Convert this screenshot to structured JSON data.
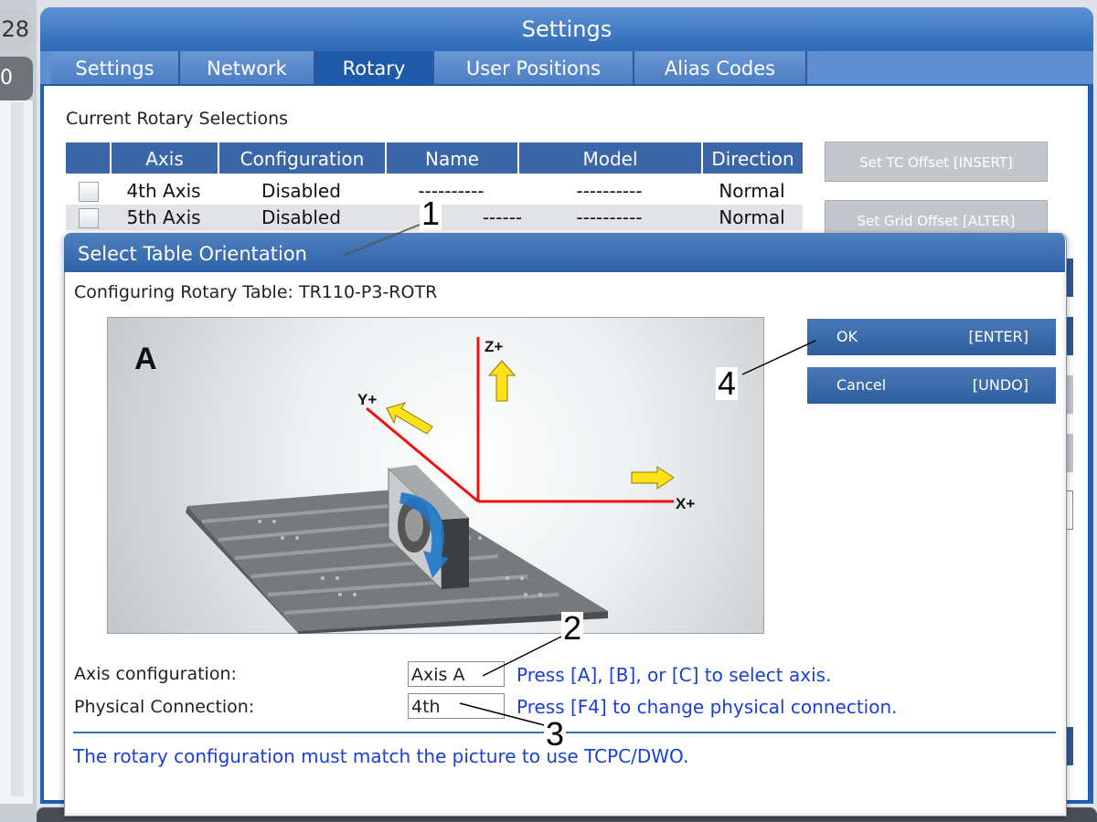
{
  "left_panel": {
    "num_top": "28",
    "num_second": "0"
  },
  "window": {
    "title": "Settings"
  },
  "tabs": [
    {
      "label": "Settings"
    },
    {
      "label": "Network"
    },
    {
      "label": "Rotary"
    },
    {
      "label": "User Positions"
    },
    {
      "label": "Alias Codes"
    }
  ],
  "rotary": {
    "section_title": "Current Rotary Selections",
    "columns": [
      "Axis",
      "Configuration",
      "Name",
      "Model",
      "Direction"
    ],
    "rows": [
      {
        "axis": "4th Axis",
        "configuration": "Disabled",
        "name": "----------",
        "model": "----------",
        "direction": "Normal"
      },
      {
        "axis": "5th Axis",
        "configuration": "Disabled",
        "name": "------",
        "model": "----------",
        "direction": "Normal"
      }
    ]
  },
  "side_buttons": {
    "set_tc_offset": "Set TC Offset [INSERT]",
    "set_grid_offset": "Set Grid Offset [ALTER]"
  },
  "dialog": {
    "title": "Select Table Orientation",
    "config_label": "Configuring Rotary Table: TR110-P3-ROTR",
    "diagram": {
      "letter": "A",
      "z_label": "Z+",
      "y_label": "Y+",
      "x_label": "X+"
    },
    "ok_label": "OK",
    "ok_key": "[ENTER]",
    "cancel_label": "Cancel",
    "cancel_key": "[UNDO]",
    "axis_config_label": "Axis configuration:",
    "axis_config_value": "Axis A",
    "axis_config_hint": "Press [A], [B], or [C] to select axis.",
    "physical_label": "Physical Connection:",
    "physical_value": "4th",
    "physical_hint": "Press [F4] to change physical connection.",
    "note": "The rotary configuration must match the picture to use TCPC/DWO."
  },
  "callouts": [
    "1",
    "2",
    "3",
    "4"
  ],
  "colors": {
    "title_blue": "#2f62a8",
    "hint_blue": "#1a3fd8",
    "axis_red": "#ee1111",
    "arrow_yellow": "#ffe11a"
  }
}
